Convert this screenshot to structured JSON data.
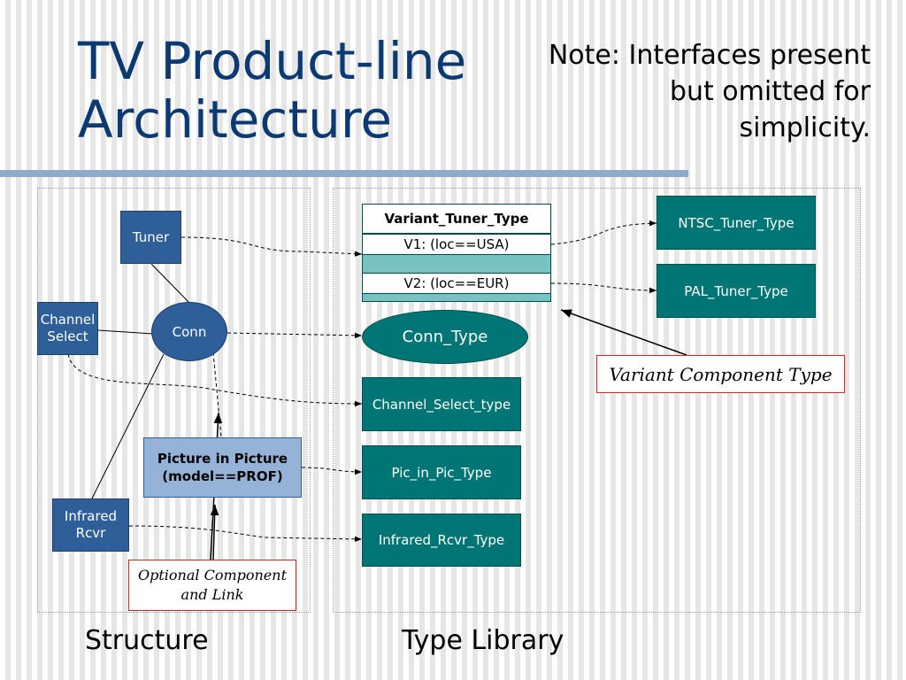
{
  "title": "TV Product-line Architecture",
  "note": "Note: Interfaces present but omitted for simplicity.",
  "structure": {
    "tuner": "Tuner",
    "channel_select": "Channel Select",
    "conn": "Conn",
    "picture_in_picture": "Picture in Picture (model==PROF)",
    "infrared_rcvr": "Infrared Rcvr"
  },
  "type_library": {
    "variant_tuner_type": {
      "header": "Variant_Tuner_Type",
      "rows": [
        "V1: (loc==USA)",
        "V2: (loc==EUR)"
      ]
    },
    "ntsc_tuner_type": "NTSC_Tuner_Type",
    "pal_tuner_type": "PAL_Tuner_Type",
    "conn_type": "Conn_Type",
    "channel_select_type": "Channel_Select_type",
    "pic_in_pic_type": "Pic_in_Pic_Type",
    "infrared_rcvr_type": "Infrared_Rcvr_Type"
  },
  "callouts": {
    "variant_component_type": "Variant Component Type",
    "optional_component_and_link": "Optional Component and Link"
  },
  "footer": {
    "structure": "Structure",
    "type_library": "Type Library"
  },
  "colors": {
    "title": "#0b3a73",
    "structure_box": "#2e5f99",
    "optional_box": "#95b3d7",
    "type_box": "#007575",
    "callout_border": "#e02020",
    "rule": "#8eabc9"
  }
}
